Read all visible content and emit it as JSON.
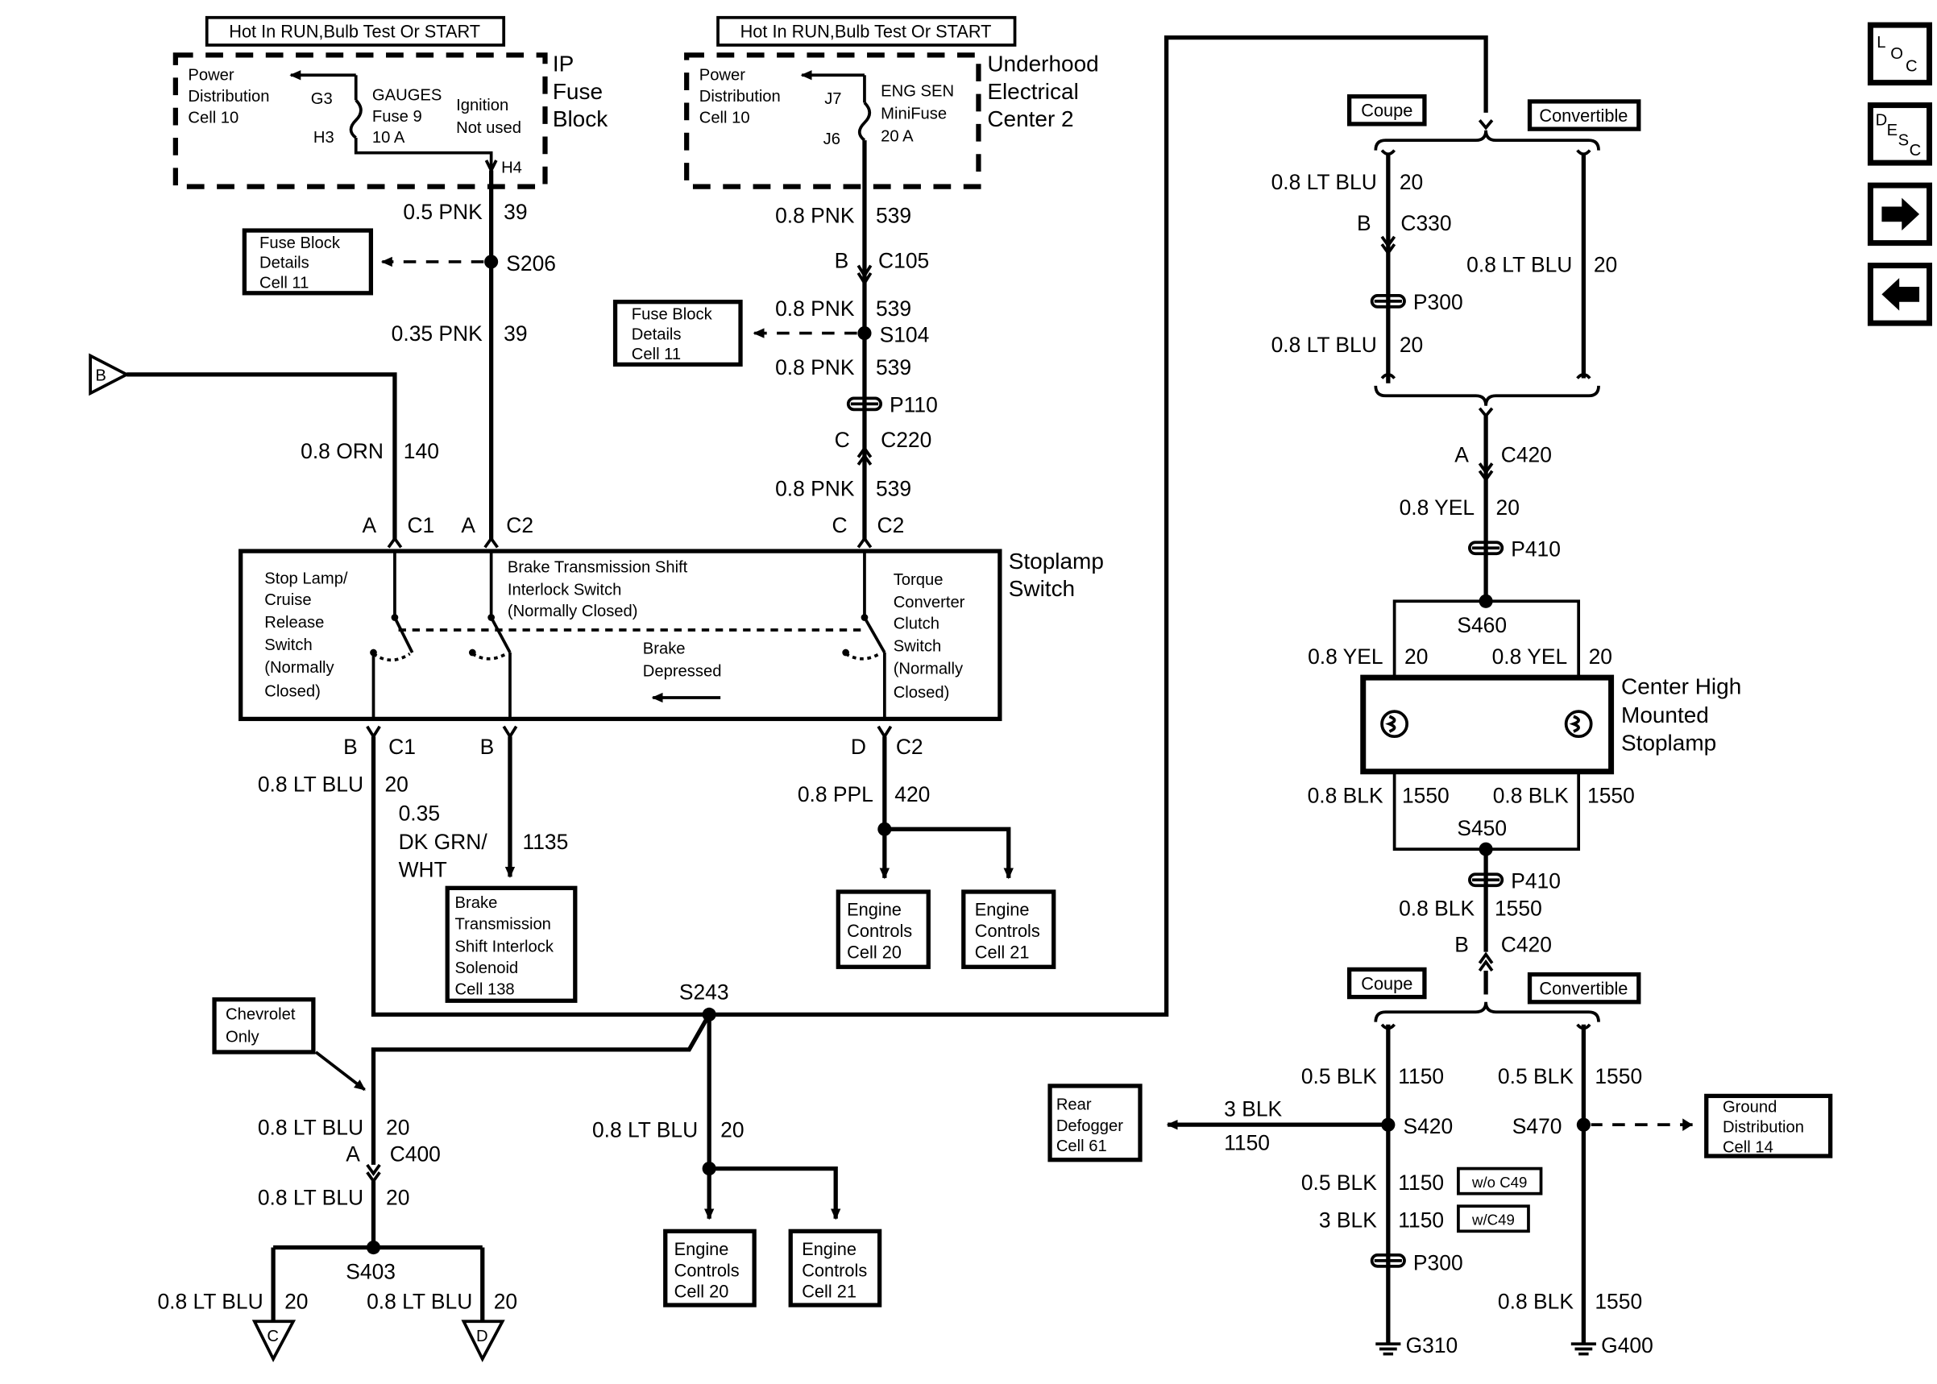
{
  "top_banner_left": "Hot In RUN,Bulb Test Or START",
  "top_banner_mid": "Hot In RUN,Bulb Test Or START",
  "ip_fuse_block": {
    "name_line1": "IP",
    "name_line2": "Fuse",
    "name_line3": "Block",
    "power_line1": "Power",
    "power_line2": "Distribution",
    "power_line3": "Cell 10",
    "pin_top": "G3",
    "pin_bottom": "H3",
    "fuse_line1": "GAUGES",
    "fuse_line2": "Fuse 9",
    "fuse_line3": "10 A",
    "ign_line1": "Ignition",
    "ign_line2": "Not used",
    "out_pin": "H4"
  },
  "underhood_center": {
    "name_line1": "Underhood",
    "name_line2": "Electrical",
    "name_line3": "Center 2",
    "power_line1": "Power",
    "power_line2": "Distribution",
    "power_line3": "Cell 10",
    "pin_top": "J7",
    "pin_bottom": "J6",
    "fuse_line1": "ENG SEN",
    "fuse_line2": "MiniFuse",
    "fuse_line3": "20 A"
  },
  "left_circuit": {
    "wire1_gauge": "0.5 PNK",
    "wire1_num": "39",
    "splice": "S206",
    "ref_line1": "Fuse Block",
    "ref_line2": "Details",
    "ref_line3": "Cell 11",
    "wire2_gauge": "0.35 PNK",
    "wire2_num": "39",
    "conn_pin": "A",
    "conn": "C2"
  },
  "orn_circuit": {
    "offpage": "B",
    "wire_gauge": "0.8 ORN",
    "wire_num": "140",
    "conn_pin": "A",
    "conn": "C1"
  },
  "mid_circuit": {
    "wire1_gauge": "0.8 PNK",
    "wire1_num": "539",
    "c105_pin": "B",
    "c105": "C105",
    "wire2_gauge": "0.8 PNK",
    "wire2_num": "539",
    "splice": "S104",
    "ref_line1": "Fuse Block",
    "ref_line2": "Details",
    "ref_line3": "Cell 11",
    "wire3_gauge": "0.8 PNK",
    "wire3_num": "539",
    "pass": "P110",
    "c220_pin": "C",
    "c220": "C220",
    "wire4_gauge": "0.8 PNK",
    "wire4_num": "539",
    "conn_pin": "C",
    "conn": "C2"
  },
  "stoplamp_switch": {
    "name_line1": "Stoplamp",
    "name_line2": "Switch",
    "sw1_line1": "Stop Lamp/",
    "sw1_line2": "Cruise",
    "sw1_line3": "Release",
    "sw1_line4": "Switch",
    "sw1_line5": "(Normally",
    "sw1_line6": "Closed)",
    "sw2_line1": "Brake Transmission Shift",
    "sw2_line2": "Interlock Switch",
    "sw2_line3": "(Normally Closed)",
    "sw3_line1": "Torque",
    "sw3_line2": "Converter",
    "sw3_line3": "Clutch",
    "sw3_line4": "Switch",
    "sw3_line5": "(Normally",
    "sw3_line6": "Closed)",
    "brake_line1": "Brake",
    "brake_line2": "Depressed"
  },
  "switch_outputs": {
    "out1_pin": "B",
    "out1_conn": "C1",
    "out1_gauge": "0.8 LT BLU",
    "out1_num": "20",
    "out2_pin": "B",
    "out2_gauge_line1": "0.35",
    "out2_gauge_line2": "DK GRN/",
    "out2_gauge_line3": "WHT",
    "out2_num": "1135",
    "solenoid_line1": "Brake",
    "solenoid_line2": "Transmission",
    "solenoid_line3": "Shift Interlock",
    "solenoid_line4": "Solenoid",
    "solenoid_line5": "Cell 138",
    "out3_pin": "D",
    "out3_conn": "C2",
    "out3_gauge": "0.8 PPL",
    "out3_num": "420",
    "ec1_line1": "Engine",
    "ec1_line2": "Controls",
    "ec1_line3": "Cell 20",
    "ec2_line1": "Engine",
    "ec2_line2": "Controls",
    "ec2_line3": "Cell 21"
  },
  "lower_left": {
    "s243": "S243",
    "chev_line1": "Chevrolet",
    "chev_line2": "Only",
    "w1_gauge": "0.8 LT BLU",
    "w1_num": "20",
    "c400_pin": "A",
    "c400": "C400",
    "w2_gauge": "0.8 LT BLU",
    "w2_num": "20",
    "s403": "S403",
    "w3_gauge": "0.8 LT BLU",
    "w3_num": "20",
    "w4_gauge": "0.8 LT BLU",
    "w4_num": "20",
    "offpage_c": "C",
    "offpage_d": "D",
    "w5_gauge": "0.8 LT BLU",
    "w5_num": "20",
    "ec1_line1": "Engine",
    "ec1_line2": "Controls",
    "ec1_line3": "Cell 20",
    "ec2_line1": "Engine",
    "ec2_line2": "Controls",
    "ec2_line3": "Cell 21"
  },
  "right_upper": {
    "coupe": "Coupe",
    "convertible": "Convertible",
    "w1_gauge": "0.8 LT BLU",
    "w1_num": "20",
    "c330_pin": "B",
    "c330": "C330",
    "conv_gauge": "0.8 LT BLU",
    "conv_num": "20",
    "p300": "P300",
    "w2_gauge": "0.8 LT BLU",
    "w2_num": "20",
    "c420_pin": "A",
    "c420": "C420",
    "yel_gauge": "0.8 YEL",
    "yel_num": "20",
    "p410": "P410",
    "s460": "S460",
    "lamp_l_gauge": "0.8 YEL",
    "lamp_l_num": "20",
    "lamp_r_gauge": "0.8 YEL",
    "lamp_r_num": "20",
    "chmsl_line1": "Center High",
    "chmsl_line2": "Mounted",
    "chmsl_line3": "Stoplamp",
    "blk_l_gauge": "0.8 BLK",
    "blk_l_num": "1550",
    "blk_r_gauge": "0.8 BLK",
    "blk_r_num": "1550",
    "s450": "S450"
  },
  "right_lower": {
    "p410": "P410",
    "w1_gauge": "0.8 BLK",
    "w1_num": "1550",
    "c420_pin": "B",
    "c420": "C420",
    "coupe": "Coupe",
    "convertible": "Convertible",
    "coupe_gauge": "0.5 BLK",
    "coupe_num": "1150",
    "conv_gauge": "0.5 BLK",
    "conv_num": "1550",
    "s420": "S420",
    "s470": "S470",
    "defog_line1": "Rear",
    "defog_line2": "Defogger",
    "defog_line3": "Cell 61",
    "defog_gauge": "3 BLK",
    "defog_num": "1150",
    "gnd_line1": "Ground",
    "gnd_line2": "Distribution",
    "gnd_line3": "Cell 14",
    "opt1_gauge": "0.5 BLK",
    "opt1_num": "1150",
    "opt1_tag": "w/o C49",
    "opt2_gauge": "3 BLK",
    "opt2_num": "1150",
    "opt2_tag": "w/C49",
    "p300": "P300",
    "conv2_gauge": "0.8 BLK",
    "conv2_num": "1550",
    "g310": "G310",
    "g400": "G400"
  },
  "nav": {
    "loc_L": "L",
    "loc_O": "O",
    "loc_C": "C",
    "desc_D": "D",
    "desc_E": "E",
    "desc_S": "S",
    "desc_C": "C"
  }
}
